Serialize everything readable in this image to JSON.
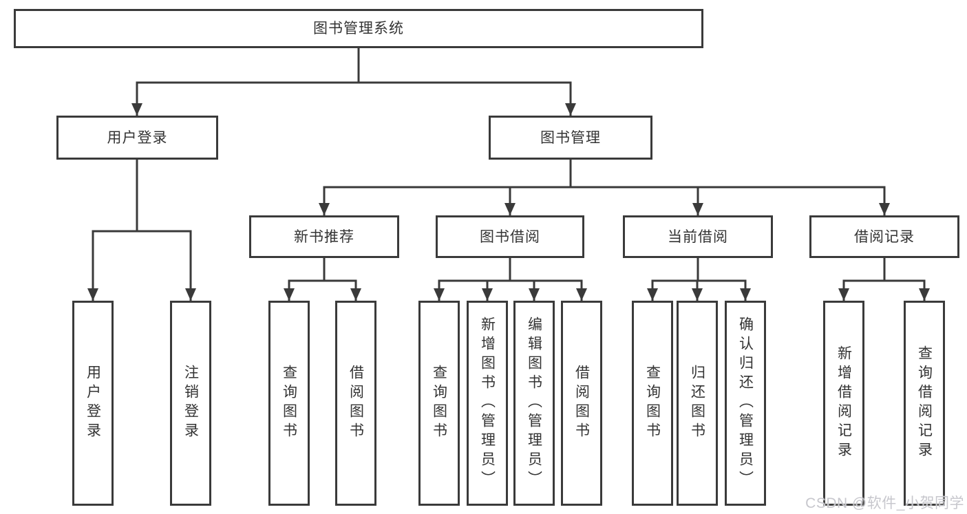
{
  "colors": {
    "line": "#3a3a3a",
    "text": "#333333",
    "box_bg": "#ffffff",
    "background": "#ffffff",
    "watermark": "#c7c7cd"
  },
  "tree": {
    "label": "图书管理系统",
    "children": [
      {
        "label": "用户登录",
        "children": [
          {
            "label": "用户登录"
          },
          {
            "label": "注销登录"
          }
        ]
      },
      {
        "label": "图书管理",
        "children": [
          {
            "label": "新书推荐",
            "children": [
              {
                "label": "查询图书"
              },
              {
                "label": "借阅图书"
              }
            ]
          },
          {
            "label": "图书借阅",
            "children": [
              {
                "label": "查询图书"
              },
              {
                "label": "新增图书（管理员）"
              },
              {
                "label": "编辑图书（管理员）"
              },
              {
                "label": "借阅图书"
              }
            ]
          },
          {
            "label": "当前借阅",
            "children": [
              {
                "label": "查询图书"
              },
              {
                "label": "归还图书"
              },
              {
                "label": "确认归还（管理员）"
              }
            ]
          },
          {
            "label": "借阅记录",
            "children": [
              {
                "label": "新增借阅记录"
              },
              {
                "label": "查询借阅记录"
              }
            ]
          }
        ]
      }
    ]
  },
  "watermark": "CSDN @软件_小贺同学"
}
